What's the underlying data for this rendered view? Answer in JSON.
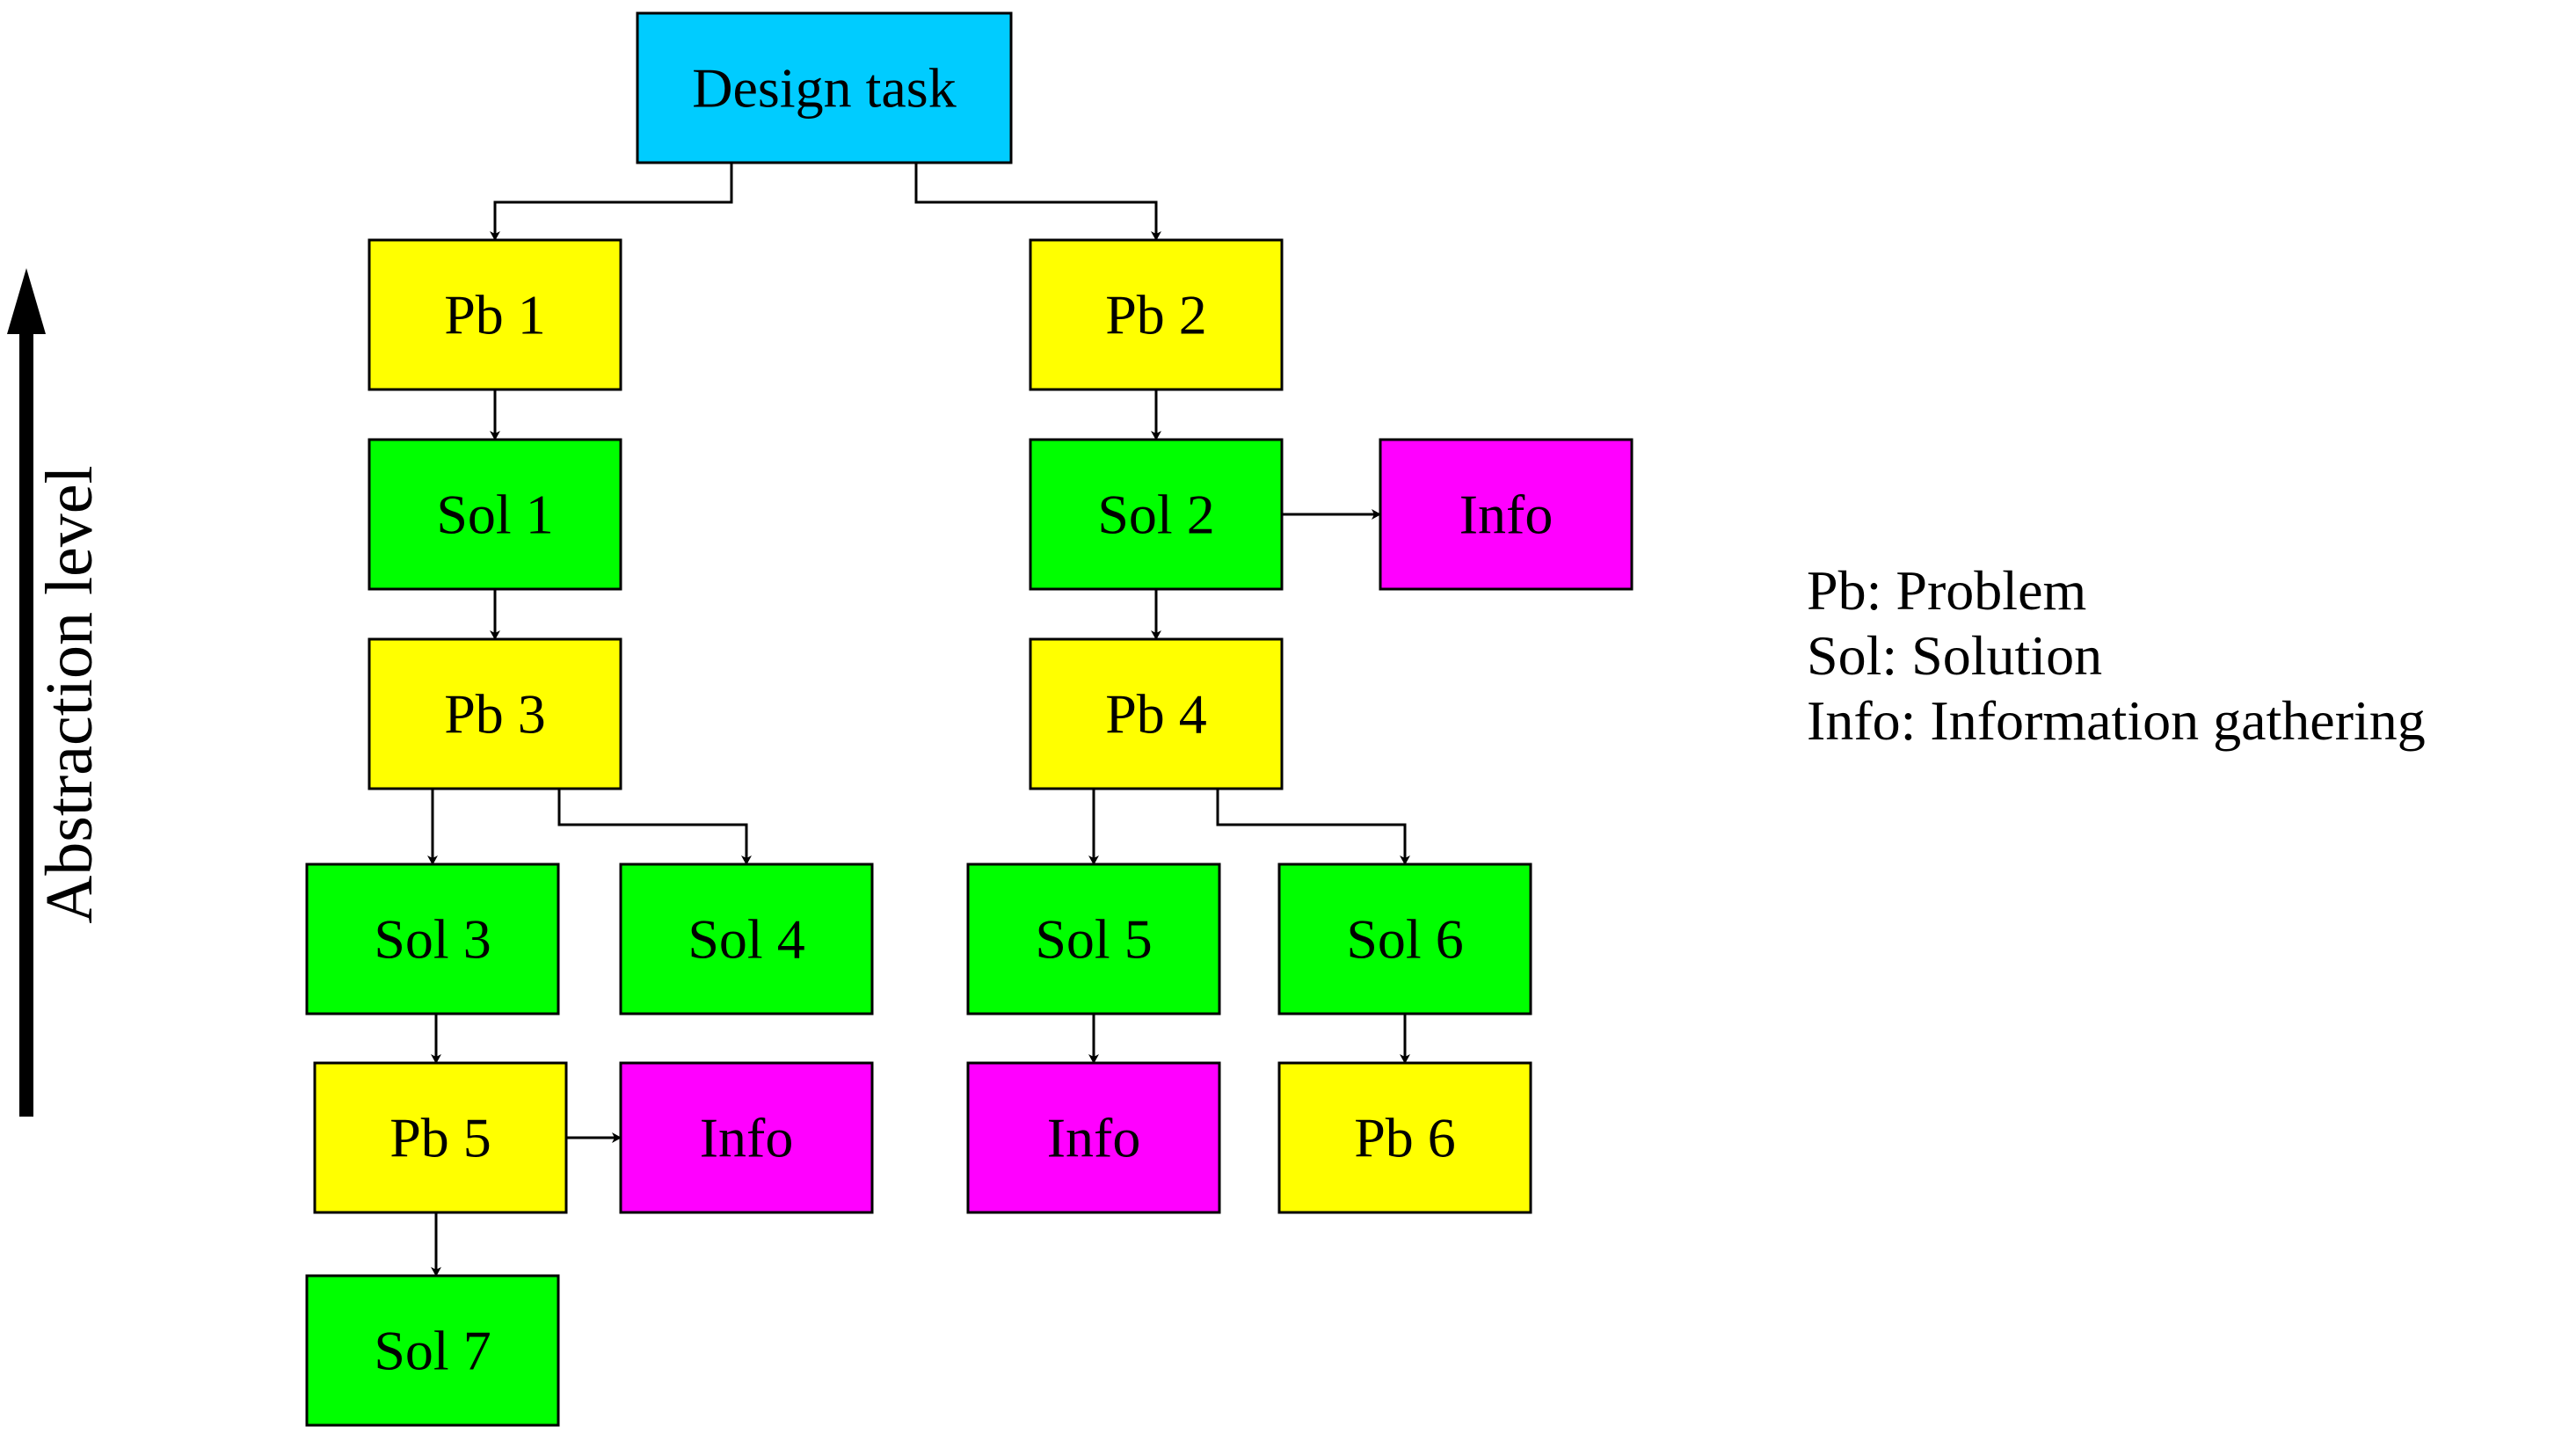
{
  "colors": {
    "task": "#00CCFF",
    "problem": "#FFFF00",
    "solution": "#00FF00",
    "info": "#FF00FF"
  },
  "axis": {
    "label": "Abstraction level"
  },
  "nodes": [
    {
      "id": "task",
      "label": "Design task",
      "kind": "task"
    },
    {
      "id": "pb1",
      "label": "Pb 1",
      "kind": "problem"
    },
    {
      "id": "pb2",
      "label": "Pb 2",
      "kind": "problem"
    },
    {
      "id": "sol1",
      "label": "Sol 1",
      "kind": "solution"
    },
    {
      "id": "sol2",
      "label": "Sol 2",
      "kind": "solution"
    },
    {
      "id": "info1",
      "label": "Info",
      "kind": "info"
    },
    {
      "id": "pb3",
      "label": "Pb 3",
      "kind": "problem"
    },
    {
      "id": "pb4",
      "label": "Pb 4",
      "kind": "problem"
    },
    {
      "id": "sol3",
      "label": "Sol 3",
      "kind": "solution"
    },
    {
      "id": "sol4",
      "label": "Sol 4",
      "kind": "solution"
    },
    {
      "id": "sol5",
      "label": "Sol 5",
      "kind": "solution"
    },
    {
      "id": "sol6",
      "label": "Sol 6",
      "kind": "solution"
    },
    {
      "id": "pb5",
      "label": "Pb 5",
      "kind": "problem"
    },
    {
      "id": "info2",
      "label": "Info",
      "kind": "info"
    },
    {
      "id": "info3",
      "label": "Info",
      "kind": "info"
    },
    {
      "id": "pb6",
      "label": "Pb 6",
      "kind": "problem"
    },
    {
      "id": "sol7",
      "label": "Sol 7",
      "kind": "solution"
    }
  ],
  "edges": [
    {
      "from": "task",
      "to": "pb1"
    },
    {
      "from": "task",
      "to": "pb2"
    },
    {
      "from": "pb1",
      "to": "sol1"
    },
    {
      "from": "pb2",
      "to": "sol2"
    },
    {
      "from": "sol2",
      "to": "info1"
    },
    {
      "from": "sol1",
      "to": "pb3"
    },
    {
      "from": "sol2",
      "to": "pb4"
    },
    {
      "from": "pb3",
      "to": "sol3"
    },
    {
      "from": "pb3",
      "to": "sol4"
    },
    {
      "from": "pb4",
      "to": "sol5"
    },
    {
      "from": "pb4",
      "to": "sol6"
    },
    {
      "from": "sol3",
      "to": "pb5"
    },
    {
      "from": "pb5",
      "to": "info2"
    },
    {
      "from": "sol5",
      "to": "info3"
    },
    {
      "from": "sol6",
      "to": "pb6"
    },
    {
      "from": "pb5",
      "to": "sol7"
    }
  ],
  "legend": [
    "Pb: Problem",
    "Sol: Solution",
    "Info: Information gathering"
  ]
}
